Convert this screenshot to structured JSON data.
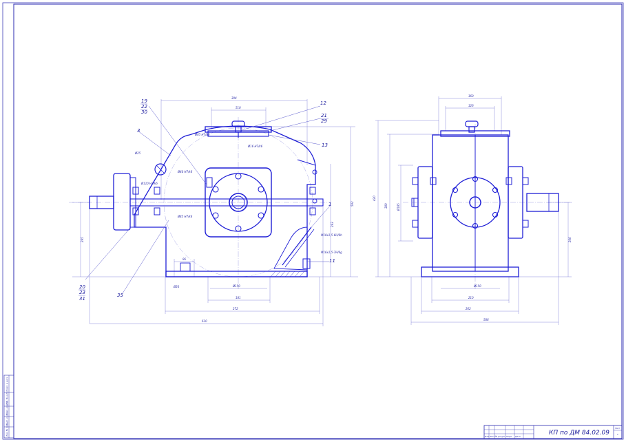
{
  "title_block": {
    "document_code": "КП по ДМ 84.02.09",
    "sheet_label": "Лист",
    "sheet_number": "1",
    "columns": [
      "Изм",
      "Лист",
      "№ докум.",
      "Подп.",
      "Дата"
    ]
  },
  "side_stamp": {
    "labels": [
      "Инв. № подл.",
      "Подп. и дата",
      "Взам. инв. №",
      "Инв. № дубл.",
      "Подп. и дата"
    ]
  },
  "front_view": {
    "dims": {
      "top_overall": "394",
      "cover_width": "510",
      "height_total": "592",
      "axis_height": "295",
      "shaft_height": "293",
      "base_bolt": "96",
      "hole_d": "Ø20",
      "base_d": "Ø150",
      "bolt_span": "181",
      "center_span": "272",
      "overall_length": "610",
      "fit_top": "Ø85 H7/h6",
      "fit_cover": "Ø16 H7/k6",
      "fit_left": "Ø110 H7/k6",
      "fit_shaft": "Ø40 H7/k6",
      "fit_bearing": "Ø45 H7/k6",
      "thread_1": "M10x1,5-6H/6h",
      "thread_2": "M16x1,5-7H/6g",
      "gauge": "Ø25"
    },
    "callouts": {
      "c19": "19",
      "c22": "22",
      "c30": "30",
      "c3": "3",
      "c12": "12",
      "c21": "21",
      "c29": "29",
      "c13": "13",
      "c1": "1",
      "c11": "11",
      "c20": "20",
      "c23": "23",
      "c31": "31",
      "c35": "35"
    }
  },
  "side_view": {
    "dims": {
      "top_width": "160",
      "cover_width": "126",
      "height_total": "420",
      "inner_height": "380",
      "flange_d": "Ø185",
      "axis_height": "200",
      "base_d": "Ø150",
      "bolt_span": "210",
      "base_span": "262",
      "overall_width": "586"
    }
  },
  "colors": {
    "stroke": "#1f1fd6",
    "dim_line": "#6a6ad0",
    "text": "#2020a0",
    "frame": "#3030b0"
  }
}
